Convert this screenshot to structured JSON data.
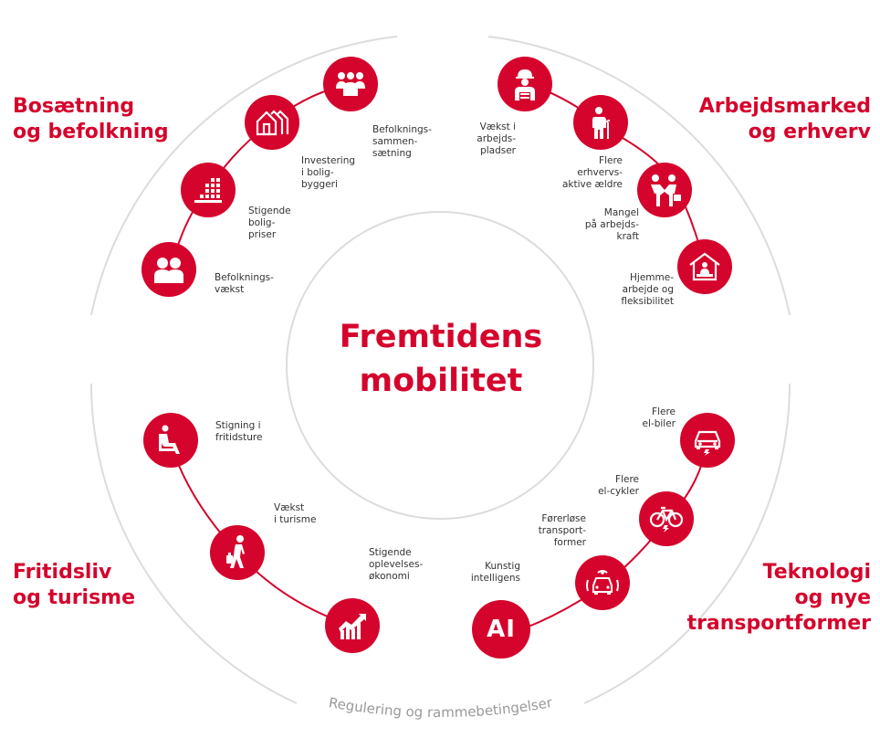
{
  "center_title": "Fremtidens\nmobilitet",
  "categories": {
    "top_left": "Bosætning\nog befolkning",
    "top_right": "Arbejdsmarked\nog erhverv",
    "bottom_left": "Fritidsliv\nog turisme",
    "bottom_right": "Teknologi\nog nye\ntransportformer"
  },
  "bottom_arc_label": "Regulering og rammebetingelser",
  "nodes": {
    "befolkningsvaekst": "Befolknings-\nvækst",
    "stigende_boligpriser": "Stigende\nbolig-\npriser",
    "investering": "Investering\ni bolig-\nbyggeri",
    "sammensaetning": "Befolknings-\nsammen-\nsætning",
    "vaekst_arbejdspladser": "Vækst i\narbejds-\npladser",
    "flere_aeldre": "Flere\nerhvervs-\naktive ældre",
    "mangel": "Mangel\npå arbejds-\nkraft",
    "hjemmearbejde": "Hjemme-\narbejde og\nfleksibilitet",
    "fritidsture": "Stigning i\nfritidsture",
    "turisme": "Vækst\ni turisme",
    "oplevelses": "Stigende\noplevelses-\nøkonomi",
    "elbiler": "Flere\nel-biler",
    "elcykler": "Flere\nel-cykler",
    "forerlose": "Førerløse\ntransport-\nformer",
    "kunstig": "Kunstig\nintelligens",
    "ai_text": "AI"
  },
  "colors": {
    "accent": "#d5042c",
    "ring": "#dcdcdc",
    "text": "#333333"
  }
}
